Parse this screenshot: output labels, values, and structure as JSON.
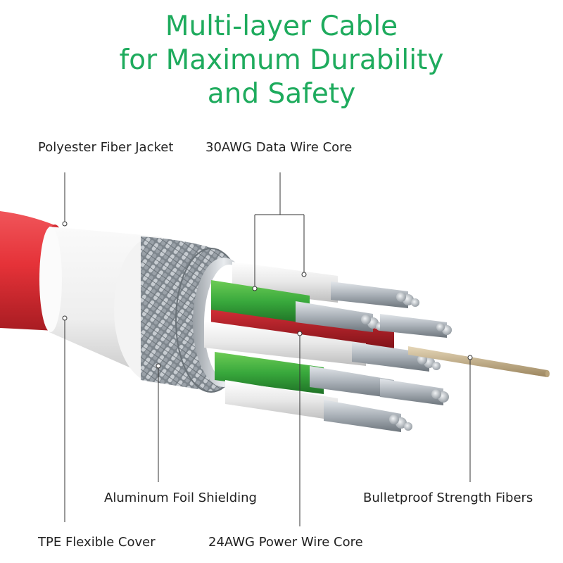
{
  "title": {
    "line1": "Multi-layer Cable",
    "line2": "for Maximum Durability",
    "line3": "and Safety"
  },
  "labels": {
    "jacket": "Polyester Fiber Jacket",
    "data_core": "30AWG Data Wire Core",
    "foil": "Aluminum Foil Shielding",
    "strength": "Bulletproof Strength Fibers",
    "tpe": "TPE Flexible Cover",
    "power_core": "24AWG Power Wire Core"
  },
  "colors": {
    "title": "#1eab5d",
    "jacket": "#e53238",
    "tpe": "#f0f0f0",
    "data_wire": "#38a83c",
    "power_wire": "#b51c24",
    "strand": "#b8bec4",
    "strength_fiber": "#c9b48f"
  }
}
